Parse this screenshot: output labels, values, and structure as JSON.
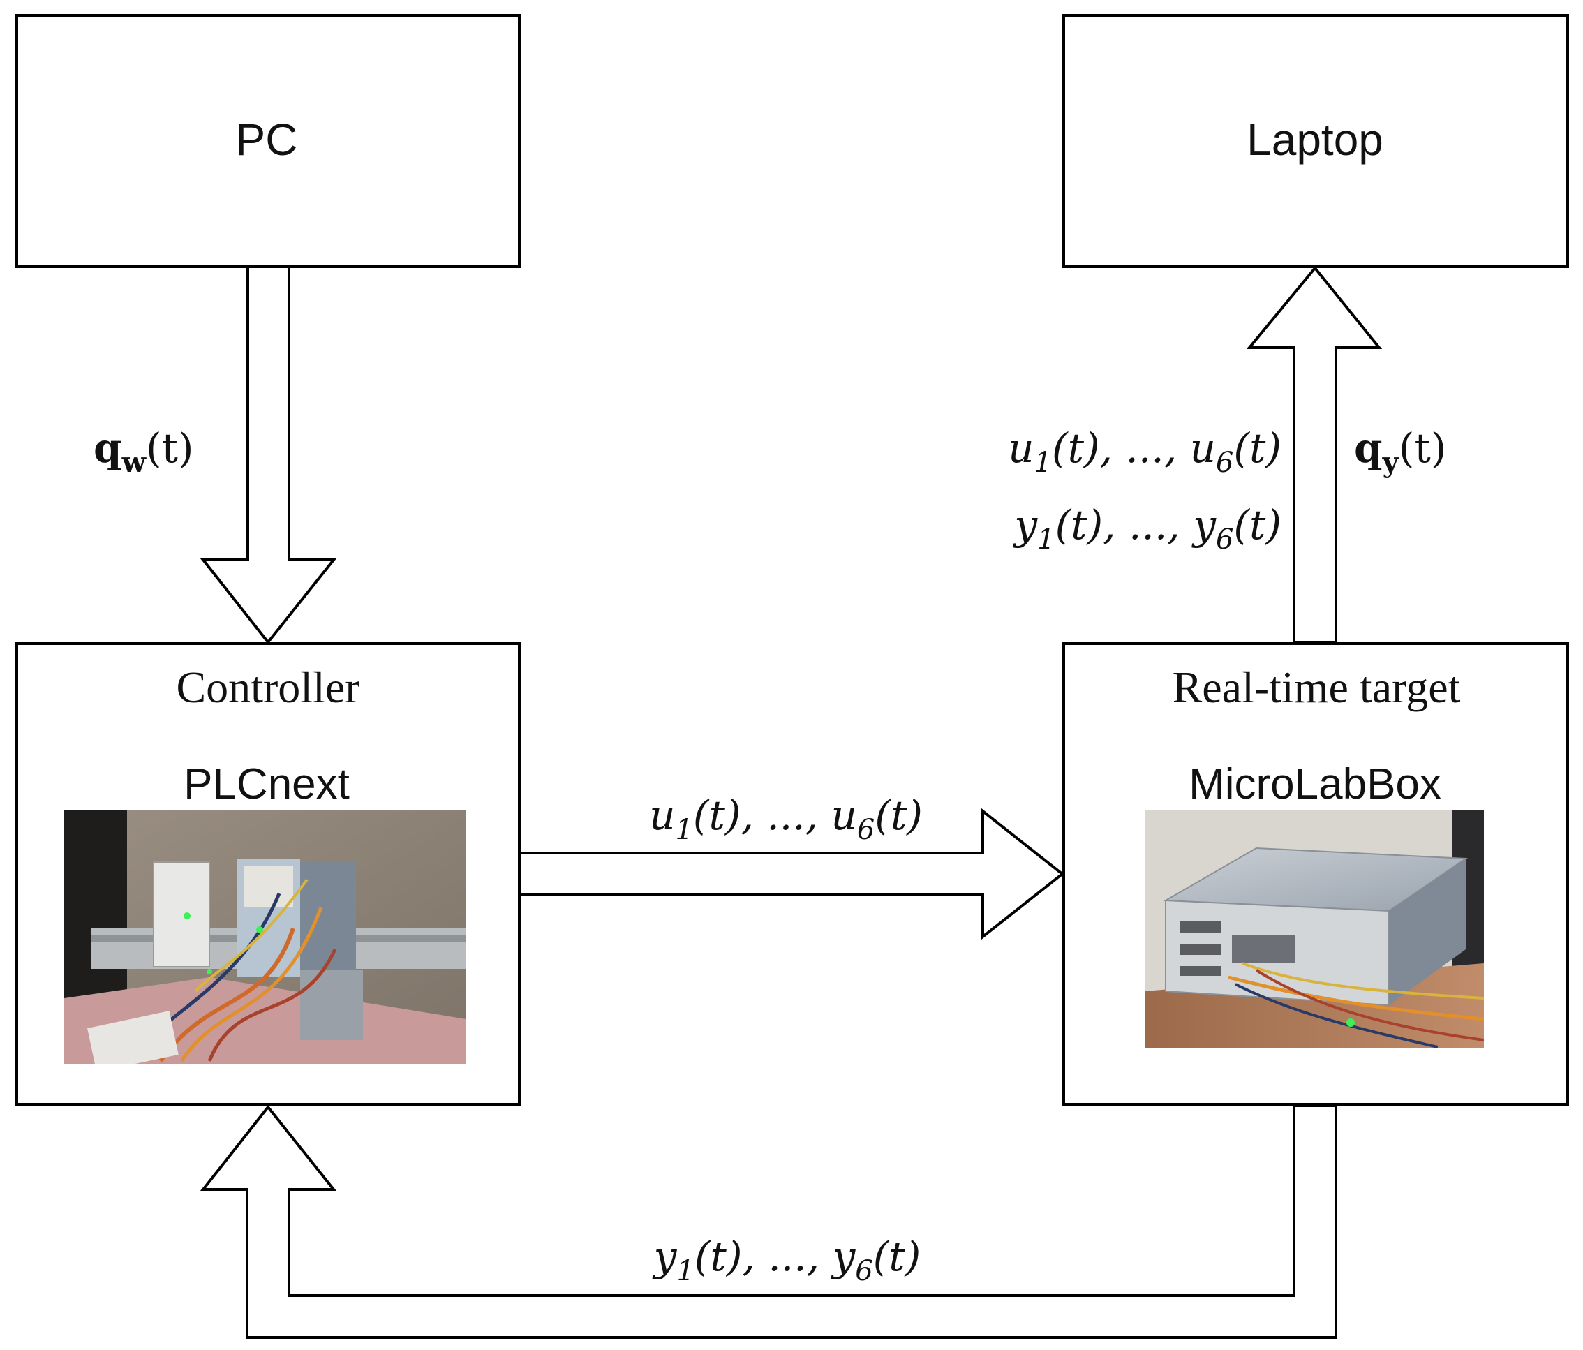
{
  "blocks": {
    "pc": {
      "label": "PC"
    },
    "laptop": {
      "label": "Laptop"
    },
    "controller": {
      "title": "Controller",
      "device": "PLCnext"
    },
    "target": {
      "title": "Real-time target",
      "device": "MicroLabBox"
    }
  },
  "signals": {
    "pc_to_controller": {
      "sym": "q",
      "sub": "w",
      "arg": "(t)"
    },
    "controller_to_target": {
      "v1": "u",
      "s1": "1",
      "mid": "(t), ..., ",
      "v2": "u",
      "s2": "6",
      "end": "(t)"
    },
    "target_to_controller": {
      "v1": "y",
      "s1": "1",
      "mid": "(t), ..., ",
      "v2": "y",
      "s2": "6",
      "end": "(t)"
    },
    "target_to_laptop_u": {
      "v1": "u",
      "s1": "1",
      "mid": "(t), ..., ",
      "v2": "u",
      "s2": "6",
      "end": "(t)"
    },
    "target_to_laptop_y": {
      "v1": "y",
      "s1": "1",
      "mid": "(t), ..., ",
      "v2": "y",
      "s2": "6",
      "end": "(t)"
    },
    "target_to_laptop_q": {
      "sym": "q",
      "sub": "y",
      "arg": "(t)"
    }
  }
}
